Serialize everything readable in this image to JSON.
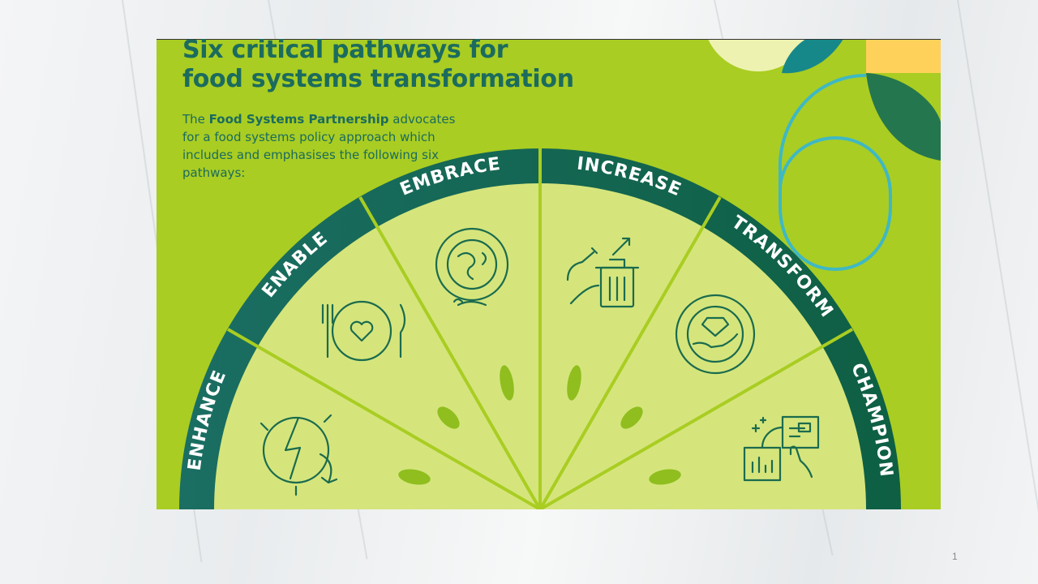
{
  "slide": {
    "title_line1": "Six critical pathways for",
    "title_line2": "food systems transformation",
    "intro_pre": "The ",
    "intro_bold": "Food Systems Partnership",
    "intro_post": " advocates for a food systems policy approach which includes and emphasises the following six pathways:",
    "page_number": "1"
  },
  "pathways": [
    {
      "label": "ENHANCE",
      "icon": "climate-globe-icon"
    },
    {
      "label": "ENABLE",
      "icon": "fork-knife-heart-icon"
    },
    {
      "label": "EMBRACE",
      "icon": "food-globe-icon"
    },
    {
      "label": "INCREASE",
      "icon": "food-waste-bin-icon"
    },
    {
      "label": "TRANSFORM",
      "icon": "hand-gem-cycle-icon"
    },
    {
      "label": "CHAMPION",
      "icon": "data-dashboard-icon"
    }
  ],
  "colors": {
    "background": "#a9cd22",
    "sector": "#d5e57c",
    "band": "#176b5a",
    "title": "#1b6b5e",
    "ring": "#3fb8c4"
  }
}
